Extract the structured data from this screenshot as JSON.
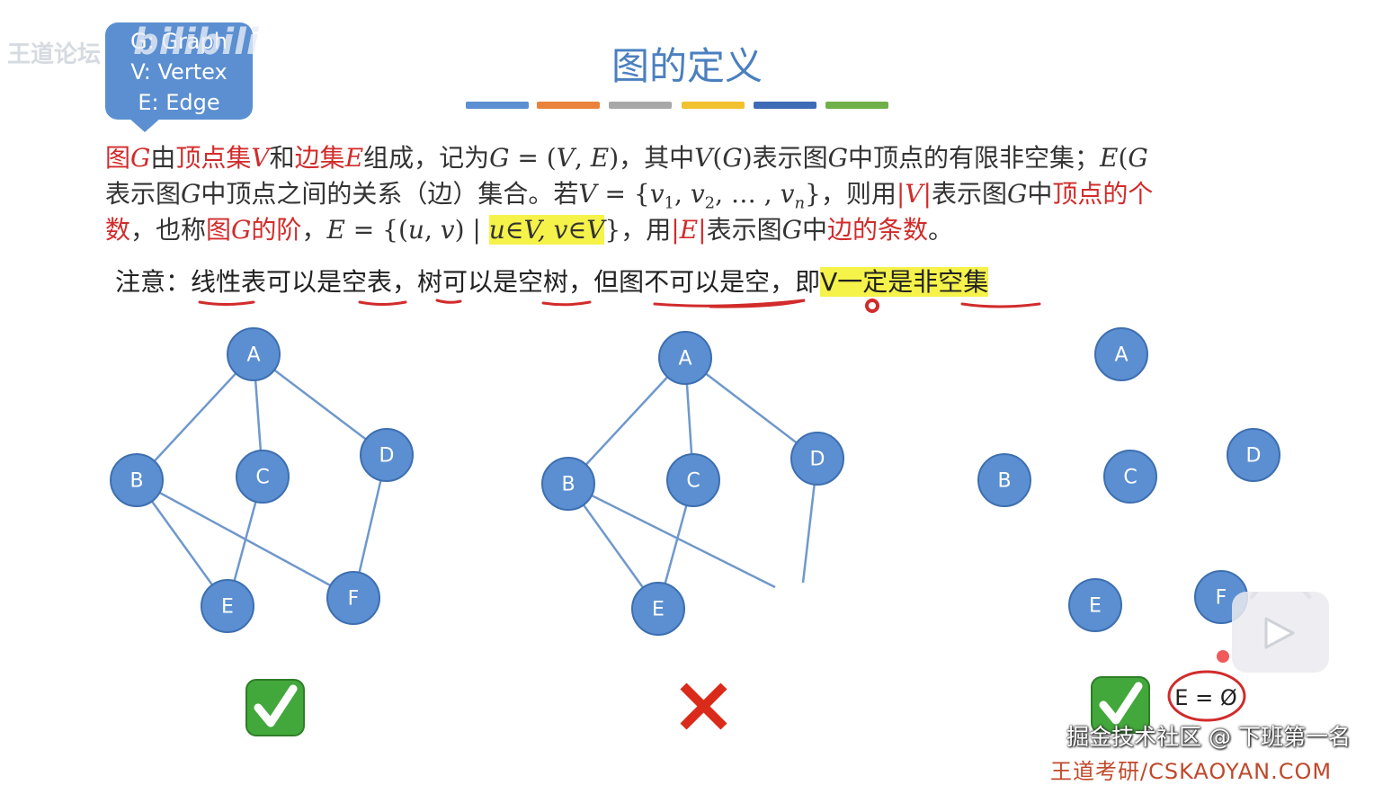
{
  "callout": {
    "lines": [
      "G: Graph",
      "V: Vertex",
      "E: Edge"
    ]
  },
  "watermark_logo": "王道论坛",
  "watermark_logo2": "bilibili",
  "title": "图的定义",
  "title_bars": [
    "#5b8fd1",
    "#e9833b",
    "#a8a8a8",
    "#f2c12e",
    "#3e6bb5",
    "#6fb04a"
  ],
  "paragraph": {
    "l1": [
      "图",
      "G",
      "由",
      "顶点集",
      "V",
      "和",
      "边集",
      "E",
      "组成，记为",
      "G",
      " = (",
      "V",
      ", ",
      "E",
      ")，其中",
      "V",
      "(",
      "G",
      ")表示图",
      "G",
      "中顶点的有限非空集；",
      "E",
      "(",
      "G",
      ")"
    ],
    "l2": [
      "表示图",
      "G",
      "中顶点之间的关系（边）集合。若",
      "V",
      " = {",
      "v",
      "1",
      ", ",
      "v",
      "2",
      ", … , ",
      "v",
      "n",
      "}，则用",
      "|",
      "V",
      "|",
      "表示图",
      "G",
      "中",
      "顶点的个"
    ],
    "l3": [
      "数",
      "，也称",
      "图",
      "G",
      "的阶",
      "，",
      "E",
      " = {(",
      "u",
      ", ",
      "v",
      ") | ",
      "u∈V, v∈V",
      "}，用",
      "|",
      "E",
      "|",
      "表示图",
      "G",
      "中",
      "边的条数",
      "。"
    ]
  },
  "note": {
    "prefix": "注意：",
    "p1": "线性表可以是空表",
    "sep1": "，",
    "p2": "树可以是空树",
    "sep2": "，",
    "p3": "但图不可以是空",
    "sep3": "，即",
    "p4": "V一定是非空集"
  },
  "graphs": [
    {
      "id": "g1",
      "nodes": [
        "A",
        "B",
        "C",
        "D",
        "E",
        "F"
      ],
      "verdict": "valid"
    },
    {
      "id": "g2",
      "nodes": [
        "A",
        "B",
        "C",
        "D",
        "E"
      ],
      "verdict": "invalid"
    },
    {
      "id": "g3",
      "nodes": [
        "A",
        "B",
        "C",
        "D",
        "E",
        "F"
      ],
      "verdict": "valid"
    }
  ],
  "empty_edge_label": "E = Ø",
  "watermark_text": "掘金技术社区 @ 下班第一名",
  "bottom_text": "王道考研/CSKAOYAN.COM",
  "colors": {
    "node_fill": "#5b8fd1",
    "node_stroke": "#3d6fb0",
    "edge": "#6f98cc",
    "red": "#d22b2b",
    "highlight": "#f5f24a",
    "check_green": "#43a83b"
  }
}
